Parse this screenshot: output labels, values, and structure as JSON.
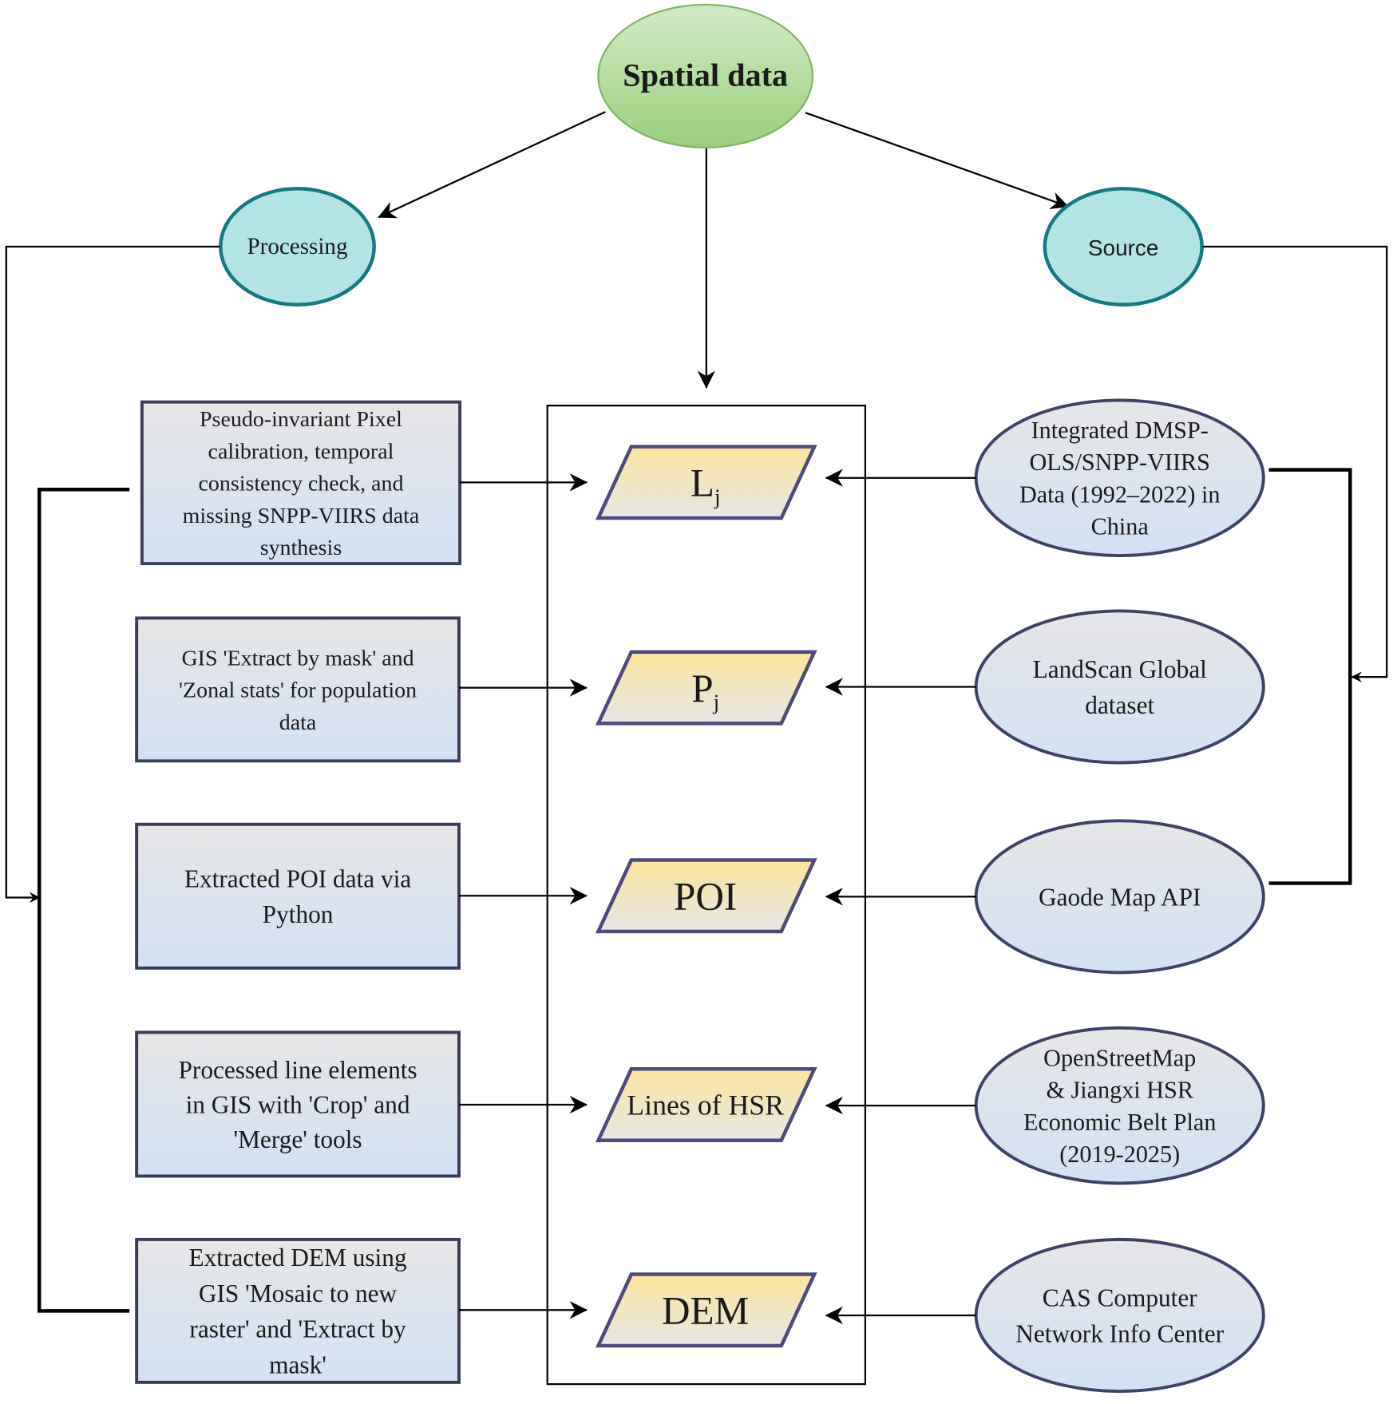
{
  "diagram": {
    "root": {
      "label": "Spatial data"
    },
    "categories": {
      "processing": {
        "label": "Processing"
      },
      "source": {
        "label": "Source"
      }
    },
    "rows": [
      {
        "processing_lines": [
          "Pseudo-invariant Pixel",
          "calibration, temporal",
          "consistency check, and",
          "missing SNPP-VIIRS data",
          "synthesis"
        ],
        "data_main": "L",
        "data_sub": "j",
        "source_lines": [
          "Integrated DMSP-",
          "OLS/SNPP-VIIRS",
          "Data (1992–2022) in",
          "China"
        ]
      },
      {
        "processing_lines": [
          "GIS 'Extract by mask' and",
          "'Zonal stats' for population",
          "data"
        ],
        "data_main": "P",
        "data_sub": "j",
        "source_lines": [
          "LandScan Global",
          "dataset"
        ]
      },
      {
        "processing_lines": [
          "Extracted POI data via",
          "Python"
        ],
        "data_main": "POI",
        "data_sub": "",
        "source_lines": [
          "Gaode Map API"
        ]
      },
      {
        "processing_lines": [
          "Processed line elements",
          "in GIS with 'Crop' and",
          "'Merge' tools"
        ],
        "data_main": "Lines of HSR",
        "data_sub": "",
        "source_lines": [
          "OpenStreetMap",
          "& Jiangxi HSR",
          "Economic Belt Plan",
          "(2019-2025)"
        ]
      },
      {
        "processing_lines": [
          "Extracted DEM using",
          "GIS 'Mosaic to new",
          "raster' and 'Extract by",
          "mask'"
        ],
        "data_main": "DEM",
        "data_sub": "",
        "source_lines": [
          "CAS Computer",
          "Network Info Center"
        ]
      }
    ],
    "colors": {
      "root_fill": "#a9d68f",
      "category_fill": "#b2e4e6",
      "category_stroke": "#137a80",
      "data_fill": "#fde59a",
      "data_stroke": "#4e4a7e",
      "box_fill": "#d6e2f3",
      "box_stroke": "#3c3c5a"
    }
  }
}
